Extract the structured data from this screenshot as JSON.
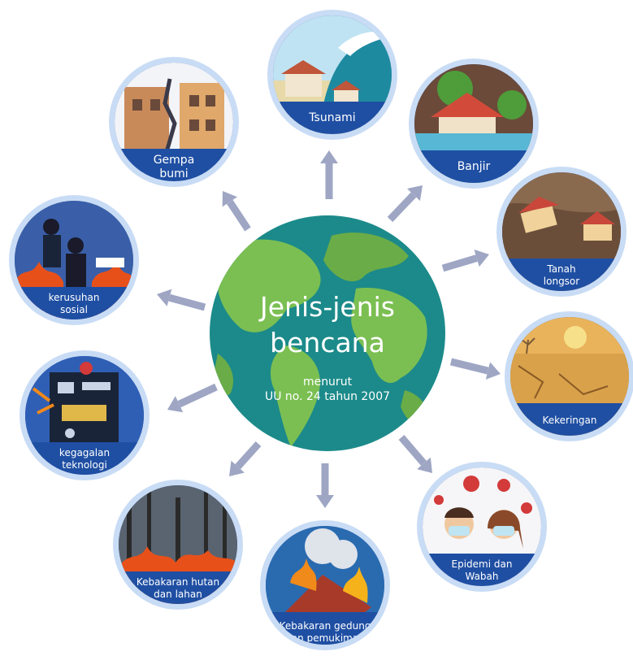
{
  "center": {
    "title_line1": "Jenis-jenis",
    "title_line2": "bencana",
    "sub_line1": "menurut",
    "sub_line2": "UU no. 24 tahun 2007"
  },
  "disasters": [
    {
      "line1": "Tsunami",
      "line2": "",
      "icon": "tsunami-icon"
    },
    {
      "line1": "Banjir",
      "line2": "",
      "icon": "flood-icon"
    },
    {
      "line1": "Tanah",
      "line2": "longsor",
      "icon": "landslide-icon"
    },
    {
      "line1": "Kekeringan",
      "line2": "",
      "icon": "drought-icon"
    },
    {
      "line1": "Epidemi dan",
      "line2": "Wabah",
      "icon": "epidemic-icon"
    },
    {
      "line1": "Kebakaran gedung",
      "line2": "dan pemukiman",
      "icon": "building-fire-icon"
    },
    {
      "line1": "Kebakaran hutan",
      "line2": "dan lahan",
      "icon": "forest-fire-icon"
    },
    {
      "line1": "kegagalan",
      "line2": "teknologi",
      "icon": "technology-failure-icon"
    },
    {
      "line1": "kerusuhan",
      "line2": "sosial",
      "icon": "riot-icon"
    },
    {
      "line1": "Gempa",
      "line2": "bumi",
      "icon": "earthquake-icon"
    }
  ],
  "colors": {
    "ring": "#c9dcf5",
    "label_bg": "#1f4fa3",
    "ocean": "#1c8a8a",
    "land": "#7bbf52",
    "arrow": "#9ea6c4"
  }
}
